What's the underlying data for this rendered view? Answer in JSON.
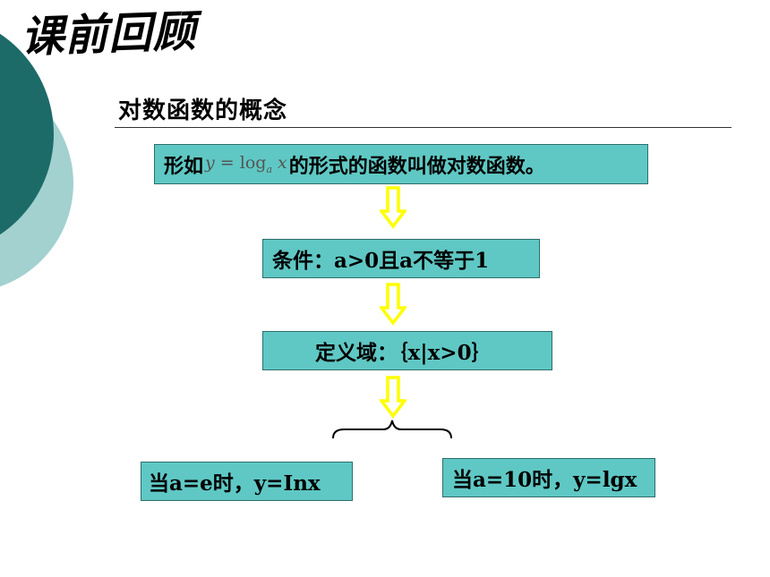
{
  "header": {
    "title": "课前回顾",
    "subtitle": "对数函数的概念"
  },
  "diagram": {
    "definition": {
      "prefix": "形如",
      "formula_y": "y",
      "formula_eq": " = log",
      "formula_base": "a",
      "formula_x": " x",
      "suffix": "的形式的函数叫做对数函数。"
    },
    "condition": "条件：a>0且a不等于1",
    "domain": "定义域：｛x|x>0｝",
    "case_e": "当a=e时，y=Inx",
    "case_10": "当a=10时，y=lgx"
  },
  "colors": {
    "box_fill": "#5fc8c4",
    "arrow": "#ffff00",
    "deco_dark": "#1f6f6c",
    "deco_light": "#9fd0ce"
  }
}
